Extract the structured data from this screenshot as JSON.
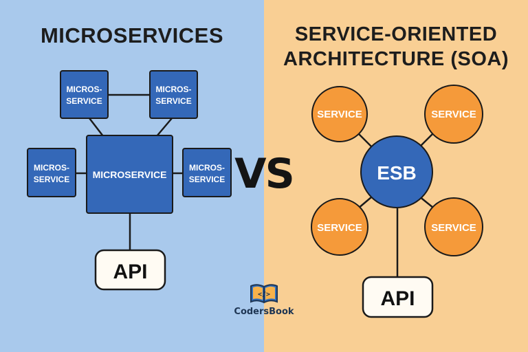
{
  "colors": {
    "left_bg": "#a9c9ec",
    "right_bg": "#f9cf94",
    "micro_box": "#3468b8",
    "service_circle": "#f59a3a",
    "esb_circle": "#3468b8",
    "line": "#1a1a1a",
    "api_bg": "#fffbf3"
  },
  "left": {
    "title": "MICROSERVICES",
    "nodes": [
      {
        "line1": "MICROS-",
        "line2": "SERVICE"
      },
      {
        "line1": "MICROS-",
        "line2": "SERVICE"
      },
      {
        "line1": "MICROS-",
        "line2": "SERVICE"
      },
      {
        "line1": "MICROS-",
        "line2": "SERVICE"
      }
    ],
    "center": "MICROSERVICE",
    "api": "API"
  },
  "right": {
    "title_line1": "SERVICE-ORIENTED",
    "title_line2": "ARCHITECTURE (SOA)",
    "services": [
      "SERVICE",
      "SERVICE",
      "SERVICE",
      "SERVICE"
    ],
    "hub": "ESB",
    "api": "API"
  },
  "vs": "VS",
  "brand": {
    "name": "CodersBook",
    "icon": "code-book-icon"
  }
}
